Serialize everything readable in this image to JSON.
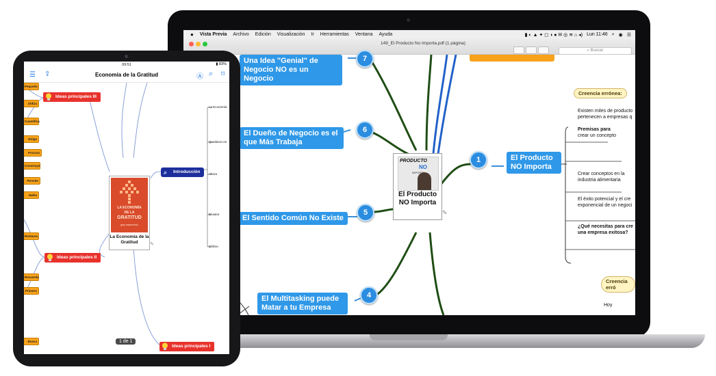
{
  "laptop": {
    "menubar": {
      "apple": "",
      "items": [
        "Vista Previa",
        "Archivo",
        "Edición",
        "Visualización",
        "Ir",
        "Herramientas",
        "Ventana",
        "Ayuda"
      ],
      "clock": "Lun 11:46"
    },
    "window": {
      "title": "149_El Producto No Importa.pdf (1 página)",
      "search_placeholder": "Buscar"
    },
    "mindmap": {
      "center": {
        "title": "El Producto NO Importa",
        "cover_line1": "PRODUCTO",
        "cover_line2": "NO",
        "cover_line3": "IMPORTA"
      },
      "branches": [
        {
          "num": "7",
          "label": "Una Idea \"Genial\" de Negocio NO es un Negocio"
        },
        {
          "num": "6",
          "label": "El Dueño de Negocio es el que Más Trabaja"
        },
        {
          "num": "5",
          "label": "El Sentido Común No Existe"
        },
        {
          "num": "4",
          "label": "El Multitasking puede Matar a tu Empresa"
        },
        {
          "num": "1",
          "label": "El Producto NO Importa"
        }
      ],
      "right_panel": {
        "cloud1": "Creencia errónea:",
        "cloud2": "Creencia erró",
        "leaves": [
          "Existen miles de producto",
          "pertenecen a empresas q",
          "Premisas para",
          "crear un concepto",
          "Crear conceptos en la",
          "industria alimentaria",
          "El éxito potencial y el cre",
          "exponencial de un negoci",
          "¿Qué necesitas para cre",
          "una empresa exitosa?",
          "Hoy"
        ]
      }
    }
  },
  "ipad": {
    "status_time": "09:51",
    "status_battery": "83%",
    "title": "Economía de la Gratitud",
    "center": {
      "cover_l1": "LA ECONOMÍA",
      "cover_l2": "DE LA",
      "cover_l3": "GRATITUD",
      "cover_author": "gary vaynerchuk",
      "label": "La Economía de la Gratitud"
    },
    "nodes": {
      "ideas3": "Ideas principales III",
      "ideas2": "Ideas principales II",
      "ideas1": "Ideas principales I",
      "intro": "Introducción"
    },
    "left_tabs": [
      "Pequeño",
      "Utiliza",
      "Cuantifica",
      "Dirige",
      "Procura",
      "Construye",
      "Permite",
      "Habla",
      "Restaura",
      "Recuerda",
      "Primero",
      "Busca"
    ],
    "right_leaves": [
      "La Economía",
      "Quedaron en",
      "Ahora",
      "El autor",
      "El libro"
    ],
    "page_indicator": "1 de 1"
  }
}
